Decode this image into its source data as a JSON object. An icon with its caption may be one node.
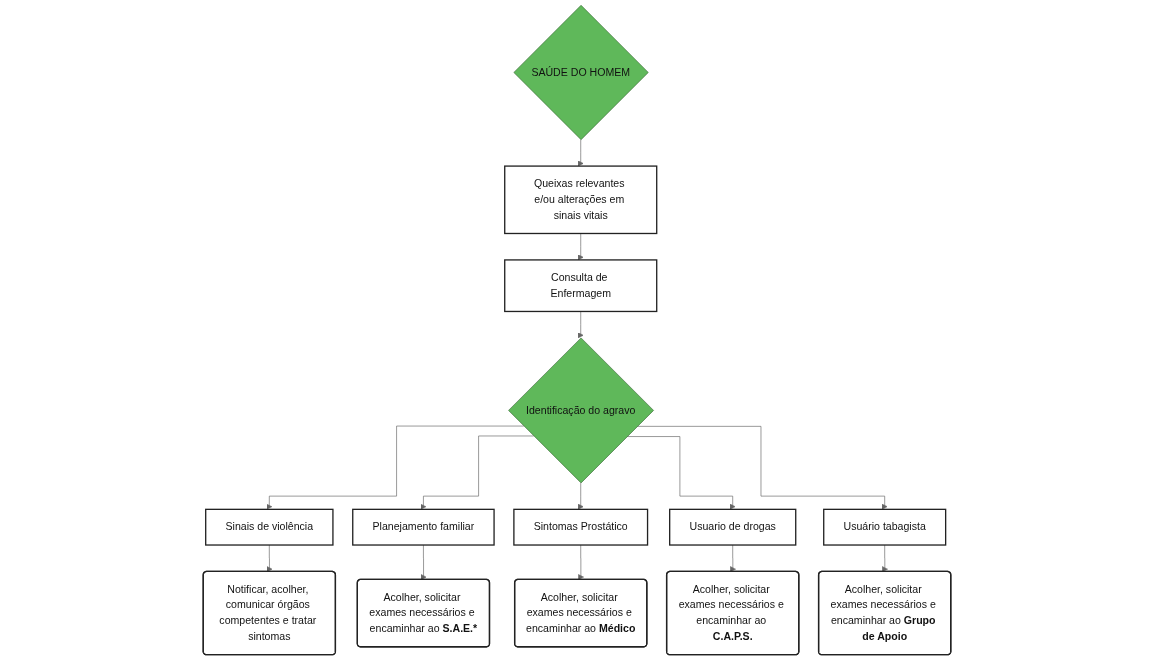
{
  "diagram": {
    "nodes": [
      {
        "text": [
          "SAÚDE DO HOMEM"
        ]
      },
      {
        "text": [
          "Queixas relevantes e/ou alterações em sinais vitais"
        ]
      },
      {
        "text": [
          "Consulta de Enfermagem"
        ]
      },
      {
        "text": [
          "Identificação do agravo"
        ]
      },
      {
        "text": [
          "Sinais de violência"
        ]
      },
      {
        "text": [
          "Planejamento familiar"
        ]
      },
      {
        "text": [
          "Sintomas Prostático"
        ]
      },
      {
        "text": [
          "Usuario de drogas"
        ]
      },
      {
        "text": [
          "Usuário tabagista"
        ]
      },
      {
        "text": [
          "Notificar, acolher, comunicar órgãos competentes e tratar sintomas"
        ]
      },
      {
        "text": [
          "Acolher, solicitar exames necessários e encaminhar ao **S.A.E.***"
        ]
      },
      {
        "text": [
          "Acolher, solicitar exames necessários e encaminhar ao **Médico**"
        ]
      },
      {
        "text": [
          "Acolher, solicitar exames necessários e encaminhar ao **C.A.P.S.**"
        ]
      },
      {
        "text": [
          "Acolher, solicitar exames necessários e encaminhar ao **Grupo de Apoio**"
        ]
      }
    ],
    "edges": [
      {
        "from": 0,
        "to": 1,
        "arrow": "to"
      },
      {
        "from": 1,
        "to": 2,
        "arrow": "to"
      },
      {
        "from": 2,
        "to": 3,
        "arrow": "to"
      },
      {
        "from": 3,
        "to": 4,
        "arrow": "to"
      },
      {
        "from": 3,
        "to": 5,
        "arrow": "to"
      },
      {
        "from": 3,
        "to": 6,
        "arrow": "to"
      },
      {
        "from": 3,
        "to": 7,
        "arrow": "to"
      },
      {
        "from": 3,
        "to": 8,
        "arrow": "to"
      },
      {
        "from": 4,
        "to": 9,
        "arrow": "to"
      },
      {
        "from": 5,
        "to": 10,
        "arrow": "to"
      },
      {
        "from": 6,
        "to": 11,
        "arrow": "to"
      },
      {
        "from": 7,
        "to": 12,
        "arrow": "to"
      },
      {
        "from": 8,
        "to": 13,
        "arrow": "to"
      }
    ]
  }
}
